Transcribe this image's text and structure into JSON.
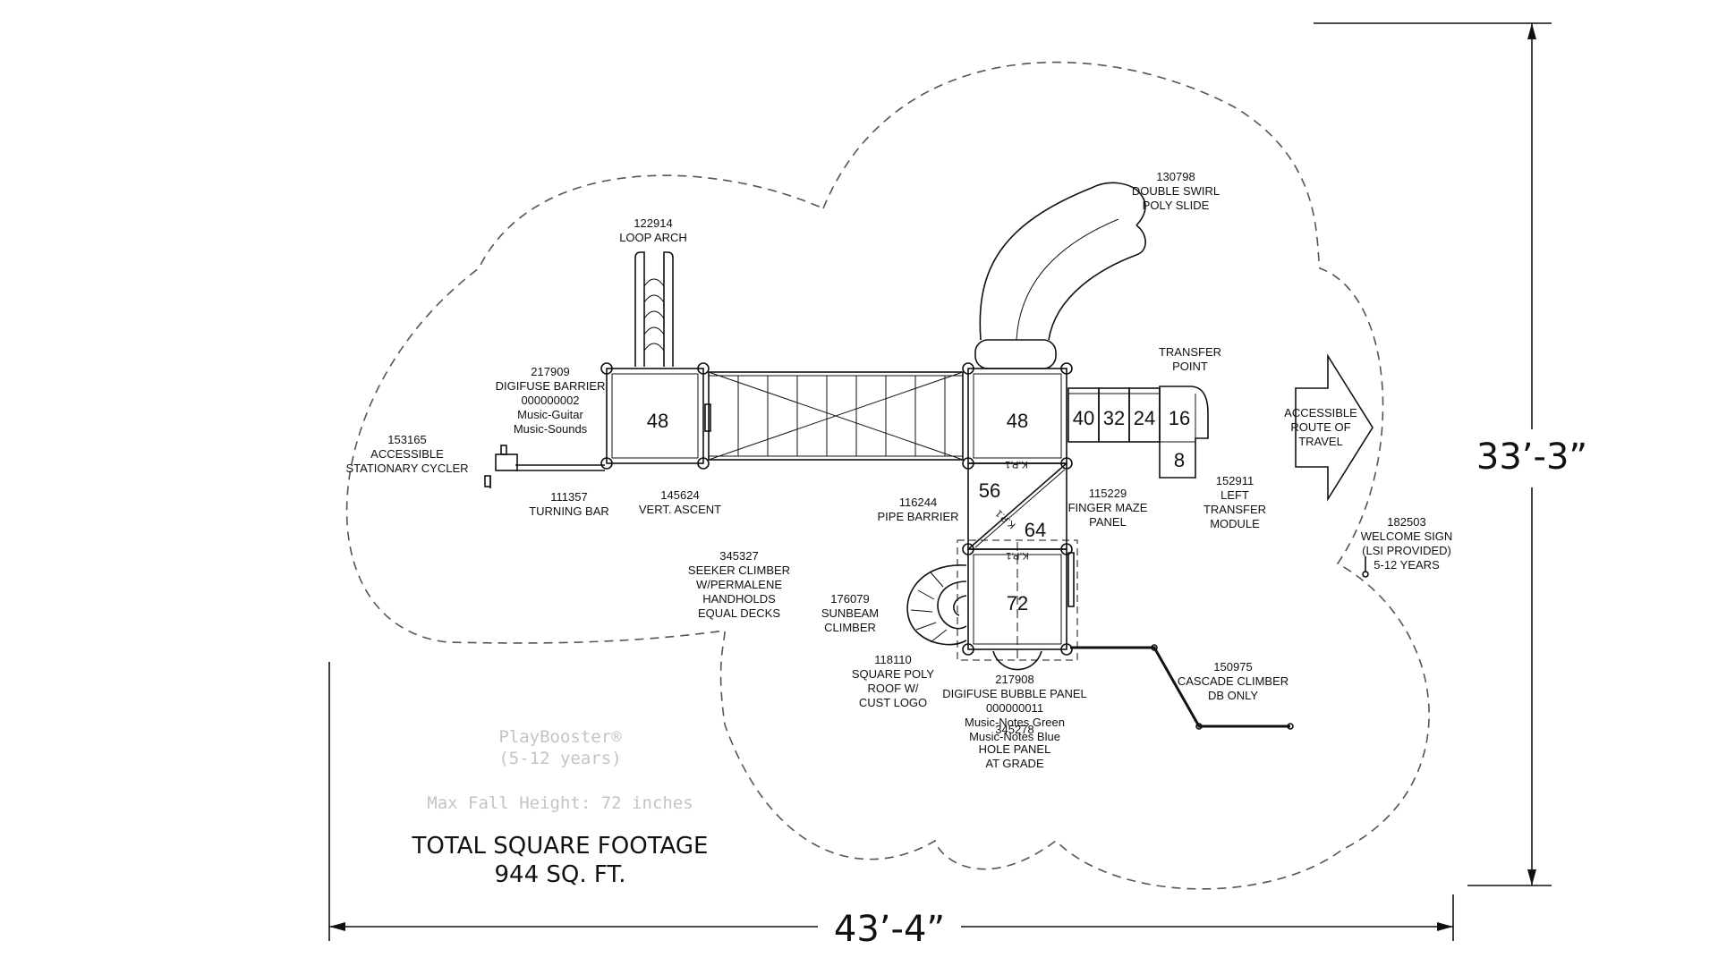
{
  "labels": {
    "loop_arch": [
      "122914",
      "LOOP ARCH"
    ],
    "double_swirl": [
      "130798",
      "DOUBLE SWIRL",
      "POLY SLIDE"
    ],
    "transfer_point": [
      "TRANSFER",
      "POINT"
    ],
    "digifuse_barrier": [
      "217909",
      "DIGIFUSE BARRIER",
      "000000002",
      "Music-Guitar",
      "Music-Sounds"
    ],
    "cycler": [
      "153165",
      "ACCESSIBLE",
      "STATIONARY CYCLER"
    ],
    "turning_bar": [
      "111357",
      "TURNING BAR"
    ],
    "vert_ascent": [
      "145624",
      "VERT. ASCENT"
    ],
    "pipe_barrier": [
      "116244",
      "PIPE BARRIER"
    ],
    "finger_maze": [
      "115229",
      "FINGER MAZE",
      "PANEL"
    ],
    "left_transfer": [
      "152911",
      "LEFT",
      "TRANSFER",
      "MODULE"
    ],
    "seeker_climber": [
      "345327",
      "SEEKER CLIMBER",
      "W/PERMALENE",
      "HANDHOLDS",
      "EQUAL DECKS"
    ],
    "sunbeam": [
      "176079",
      "SUNBEAM",
      "CLIMBER"
    ],
    "square_roof": [
      "118110",
      "SQUARE POLY",
      "ROOF W/",
      "CUST LOGO"
    ],
    "bubble_panel": [
      "217908",
      "DIGIFUSE BUBBLE PANEL",
      "000000011",
      "Music-Notes Green",
      "Music-Notes Blue"
    ],
    "hole_panel": [
      "345278",
      "HOLE PANEL",
      "AT GRADE"
    ],
    "cascade": [
      "150975",
      "CASCADE CLIMBER",
      "DB ONLY"
    ],
    "welcome_sign": [
      "182503",
      "WELCOME SIGN",
      "(LSI PROVIDED)",
      "5-12 YEARS"
    ],
    "route": [
      "ACCESSIBLE",
      "ROUTE OF",
      "TRAVEL"
    ]
  },
  "decks": {
    "left_deck": "48",
    "center_deck": "48",
    "step_40": "40",
    "step_32": "32",
    "step_24": "24",
    "step_16": "16",
    "step_8": "8",
    "deck_56": "56",
    "deck_64": "64",
    "deck_72": "72",
    "kp_text": "K.P.1"
  },
  "product": {
    "name": "PlayBooster®",
    "age": "(5-12 years)",
    "fall_height": "Max Fall Height: 72 inches"
  },
  "footage": {
    "title": "TOTAL SQUARE FOOTAGE",
    "value": "944 SQ. FT."
  },
  "dimensions": {
    "width": "43’-4”",
    "height": "33’-3”"
  }
}
